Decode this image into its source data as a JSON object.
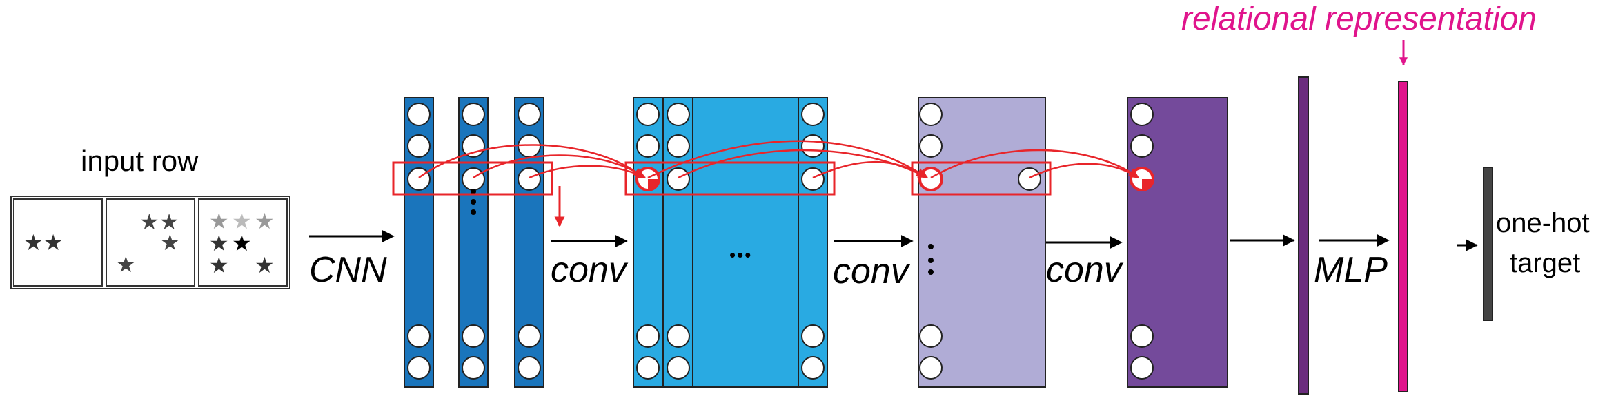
{
  "labels": {
    "input_row": "input row",
    "cnn": "CNN",
    "conv_1": "conv",
    "conv_2": "conv",
    "conv_3": "conv",
    "mlp": "MLP",
    "one_hot": "one-hot",
    "target": "target",
    "relational_representation": "relational representation",
    "ellipsis": "•••"
  },
  "colors": {
    "cnn_features": "#1a75bc",
    "conv1_block": "#29aae2",
    "conv2_block": "#b0acd6",
    "conv3_block": "#744a9b",
    "mlp_layer_1": "#6b2d7e",
    "relational_layer": "#e0148c",
    "target_layer": "#444444",
    "highlight": "#e8252a",
    "relational_label": "#e0148c"
  }
}
